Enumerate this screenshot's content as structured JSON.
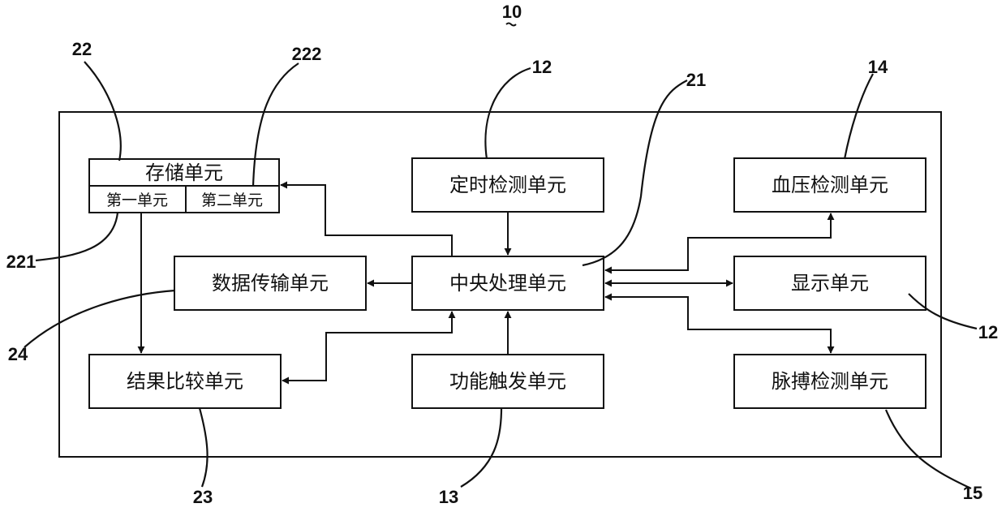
{
  "figure_number": "10",
  "units": {
    "storage": "存储单元",
    "first": "第一单元",
    "second": "第二单元",
    "timing": "定时检测单元",
    "bp": "血压检测单元",
    "cpu": "中央处理单元",
    "data_tx": "数据传输单元",
    "display": "显示单元",
    "result": "结果比较单元",
    "trigger": "功能触发单元",
    "pulse": "脉搏检测单元"
  },
  "refs": {
    "r22": "22",
    "r222": "222",
    "r12_top": "12",
    "r21": "21",
    "r14": "14",
    "r221": "221",
    "r24": "24",
    "r12_right": "12",
    "r23": "23",
    "r13": "13",
    "r15": "15"
  }
}
